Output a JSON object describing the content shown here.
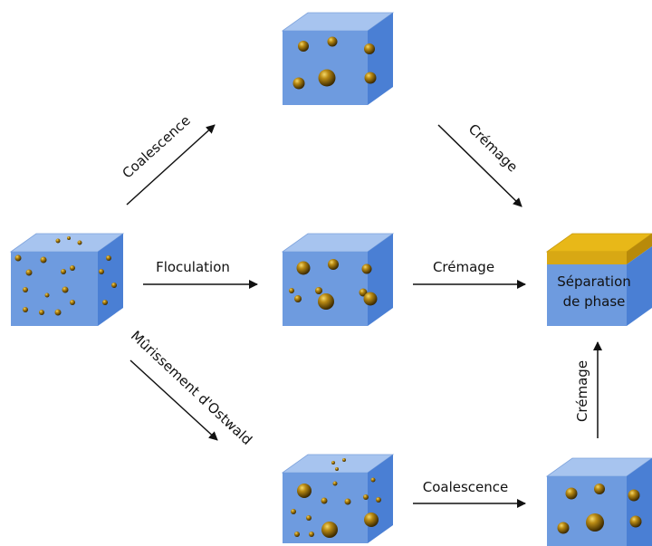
{
  "labels": {
    "top_left_arrow": "Coalescence",
    "top_right_arrow": "Crémage",
    "middle_left_arrow": "Floculation",
    "middle_right_arrow": "Crémage",
    "bottom_left_arrow": "Mûrissement d'Ostwald",
    "bottom_right_arrow": "Coalescence",
    "right_vertical_arrow": "Crémage"
  },
  "result_box": {
    "line1": "Séparation",
    "line2": "de phase"
  },
  "colors": {
    "cube_front": "#6e9bdf",
    "cube_top": "#a7c4ef",
    "cube_side": "#4a7fd4",
    "cream_layer": "#d8a814",
    "sphere": "#a07a14",
    "arrow": "#111111"
  }
}
